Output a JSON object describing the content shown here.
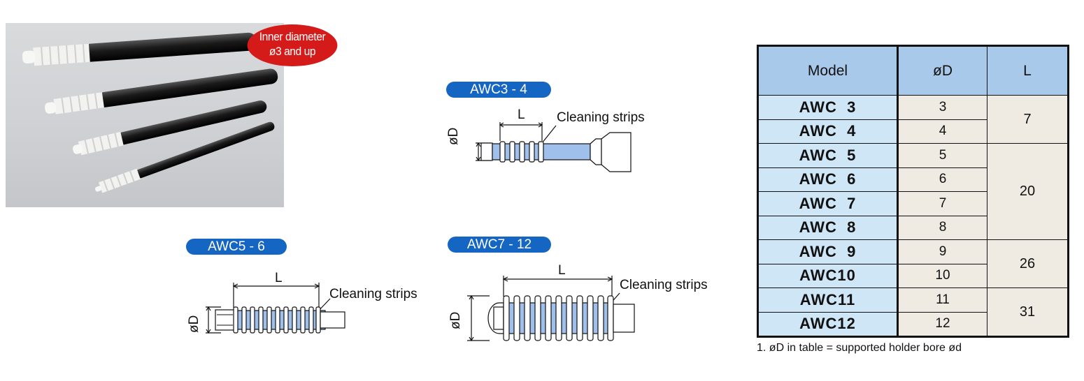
{
  "badge": {
    "line1": "Inner diameter",
    "line2": "ø3 and up"
  },
  "diagrams": [
    {
      "label": "AWC3 - 4",
      "dimension_length": "L",
      "dimension_diameter": "øD",
      "callout": "Cleaning strips"
    },
    {
      "label": "AWC5 - 6",
      "dimension_length": "L",
      "dimension_diameter": "øD",
      "callout": "Cleaning strips"
    },
    {
      "label": "AWC7 - 12",
      "dimension_length": "L",
      "dimension_diameter": "øD",
      "callout": "Cleaning strips"
    }
  ],
  "table": {
    "headers": [
      "Model",
      "øD",
      "L"
    ],
    "rows": [
      {
        "model": "AWC  3",
        "od": "3"
      },
      {
        "model": "AWC  4",
        "od": "4"
      },
      {
        "model": "AWC  5",
        "od": "5"
      },
      {
        "model": "AWC  6",
        "od": "6"
      },
      {
        "model": "AWC  7",
        "od": "7"
      },
      {
        "model": "AWC  8",
        "od": "8"
      },
      {
        "model": "AWC  9",
        "od": "9"
      },
      {
        "model": "AWC10",
        "od": "10"
      },
      {
        "model": "AWC11",
        "od": "11"
      },
      {
        "model": "AWC12",
        "od": "12"
      }
    ],
    "lengths": [
      "7",
      "20",
      "26",
      "31"
    ]
  },
  "note": "1. øD in table = supported holder bore ød",
  "colors": {
    "pill": "#1566c2",
    "badge": "#d51a1a",
    "table_header": "#a9c9ea",
    "model_cell": "#cfe6f7",
    "value_cell": "#efebe2",
    "strip": "#9fc0ea"
  }
}
